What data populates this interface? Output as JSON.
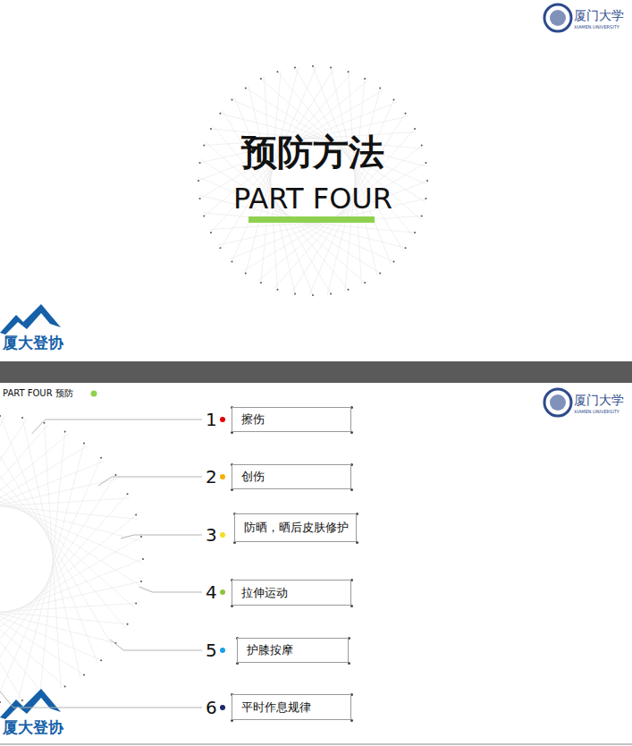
{
  "diagram": {
    "title": "预防方法",
    "nodes": [
      {
        "text": [
          "擦伤"
        ]
      },
      {
        "text": [
          "创伤"
        ]
      },
      {
        "text": [
          "防晒，晒后皮肤修护"
        ]
      },
      {
        "text": [
          "拉伸运动"
        ]
      },
      {
        "text": [
          "护膝按摩"
        ]
      },
      {
        "text": [
          "平时作息规律"
        ]
      }
    ],
    "labels": [
      "PART FOUR",
      "PART FOUR 预防",
      "1",
      "2",
      "3",
      "4",
      "5",
      "6",
      "厦门大学",
      "XIAMEN UNIVERSITY",
      "厦门大学",
      "XIAMEN UNIVERSITY",
      "厦大登协",
      "厦大登协"
    ]
  }
}
